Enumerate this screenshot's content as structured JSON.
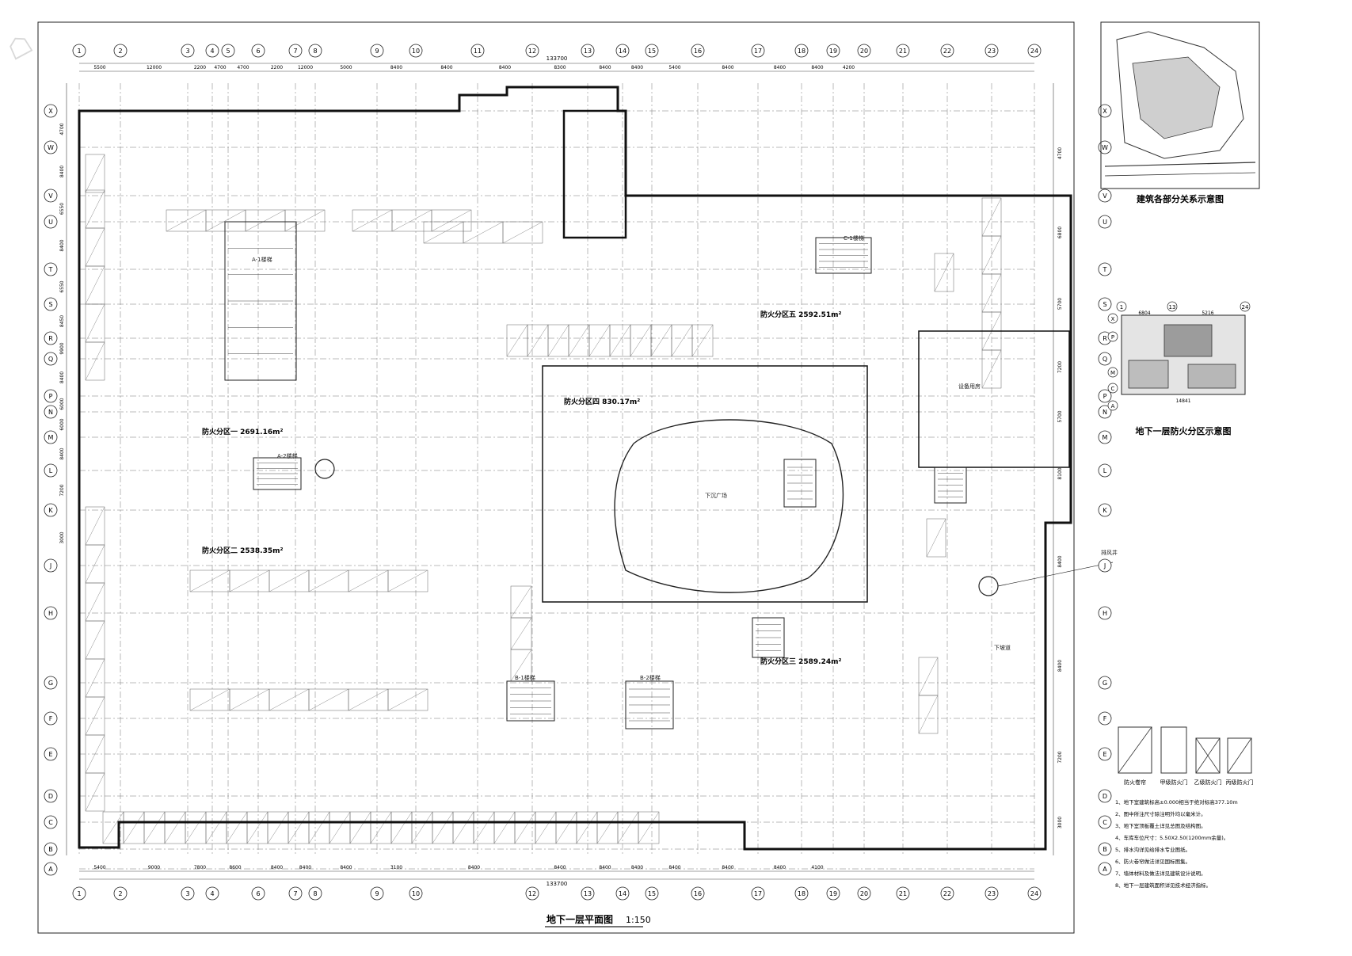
{
  "drawing": {
    "title": "地下一层平面图",
    "scale": "1:150",
    "overall_dimension": "133700",
    "columns_top": [
      "1",
      "2",
      "3",
      "4",
      "5",
      "6",
      "7",
      "8",
      "9",
      "10",
      "11",
      "12",
      "13",
      "14",
      "15",
      "16",
      "17",
      "18",
      "19",
      "20",
      "21",
      "22",
      "23",
      "24"
    ],
    "columns_bottom": [
      "1",
      "2",
      "3",
      "4",
      "6",
      "7",
      "8",
      "9",
      "10",
      "12",
      "13",
      "14",
      "15",
      "16",
      "17",
      "18",
      "19",
      "20",
      "21",
      "22",
      "23",
      "24"
    ],
    "rows": [
      "X",
      "W",
      "V",
      "U",
      "T",
      "S",
      "R",
      "Q",
      "P",
      "N",
      "M",
      "L",
      "K",
      "J",
      "H",
      "G",
      "F",
      "E",
      "D",
      "C",
      "B",
      "A"
    ],
    "dims_top": [
      "5500",
      "12000",
      "2200",
      "4700",
      "4700",
      "2200",
      "12000",
      "5000",
      "8400",
      "8400",
      "8400",
      "8300",
      "8400",
      "8400",
      "5400",
      "8400",
      "8400",
      "8400",
      "4200"
    ],
    "dims_bottom": [
      "5400",
      "9000",
      "7800",
      "8600",
      "8400",
      "8400",
      "8400",
      "3100",
      "8400",
      "8400",
      "8400",
      "8400",
      "8400",
      "8400",
      "8400",
      "4100"
    ],
    "dims_left": [
      "4700",
      "8400",
      "6550",
      "8400",
      "6550",
      "8450",
      "9900",
      "8400",
      "6000",
      "6000",
      "8400",
      "7200",
      "3000"
    ],
    "dims_right": [
      "4700",
      "6800",
      "5700",
      "7200",
      "5700",
      "8100",
      "8400",
      "8400",
      "7200",
      "3000"
    ]
  },
  "zones": [
    {
      "label": "防火分区一 2691.16m²"
    },
    {
      "label": "防火分区二 2538.35m²"
    },
    {
      "label": "防火分区三 2589.24m²"
    },
    {
      "label": "防火分区四 830.17m²"
    },
    {
      "label": "防火分区五 2592.51m²"
    }
  ],
  "key_plan": {
    "title": "建筑各部分关系示意图"
  },
  "fire_zone_plan": {
    "title": "地下一层防火分区示意图",
    "cols": [
      "1",
      "13",
      "24"
    ],
    "rows": [
      "X",
      "P",
      "M",
      "C",
      "A"
    ],
    "dims": [
      "6804",
      "5216",
      "14841"
    ]
  },
  "legend": {
    "items": [
      "防火卷帘",
      "甲级防火门",
      "乙级防火门",
      "丙级防火门"
    ]
  },
  "notes": [
    "1、地下室建筑标高±0.000相当于绝对标高377.10m",
    "2、图中所注尺寸除注明外均以毫米计。",
    "3、地下室顶板覆土详见总图及结构图。",
    "4、车库车位尺寸：5.50X2.50(1200mm余量)。",
    "5、排水沟详见给排水专业图纸。",
    "6、防火卷帘做法详见国标图集。",
    "7、墙体材料及做法详见建筑设计说明。",
    "8、地下一层建筑面积详见技术经济指标。"
  ],
  "labels": {
    "stair_a1": "A-1楼梯",
    "stair_a2": "A-2楼梯",
    "stair_b1": "B-1楼梯",
    "stair_b2": "B-2楼梯",
    "stair_c1": "C-1楼梯",
    "sunken": "下沉广场",
    "ramp_up": "下坡道",
    "wind_shaft": "排风井",
    "equip": "设备用房"
  }
}
